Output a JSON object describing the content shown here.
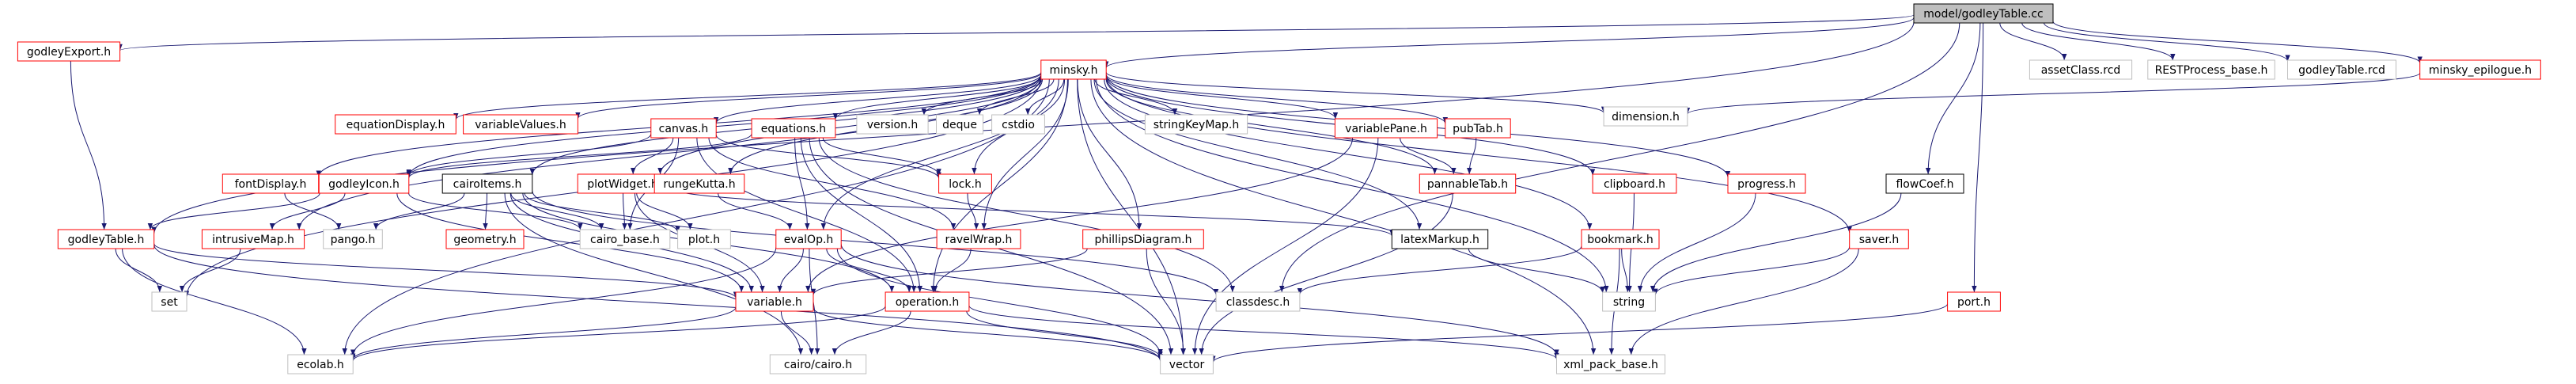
{
  "graph": {
    "root": "model/godleyTable.cc",
    "colors": {
      "edge": "#191970",
      "root_fill": "#bfbfbf",
      "root_border": "#000000",
      "ref_border": "#ff0000",
      "plain_border": "#000000",
      "missing_border": "#bfbfbf",
      "text": "#000000"
    },
    "nodes": [
      {
        "id": "godleyTableCC",
        "label": "model/godleyTable.cc",
        "kind": "root"
      },
      {
        "id": "godleyExport",
        "label": "godleyExport.h",
        "kind": "ref"
      },
      {
        "id": "minsky",
        "label": "minsky.h",
        "kind": "ref"
      },
      {
        "id": "assetClass",
        "label": "assetClass.rcd",
        "kind": "missing"
      },
      {
        "id": "restProcess",
        "label": "RESTProcess_base.h",
        "kind": "missing"
      },
      {
        "id": "godleyTableRcd",
        "label": "godleyTable.rcd",
        "kind": "missing"
      },
      {
        "id": "minskyEpilogue",
        "label": "minsky_epilogue.h",
        "kind": "ref"
      },
      {
        "id": "dimension",
        "label": "dimension.h",
        "kind": "missing"
      },
      {
        "id": "equationDisplay",
        "label": "equationDisplay.h",
        "kind": "ref"
      },
      {
        "id": "variableValues",
        "label": "variableValues.h",
        "kind": "ref"
      },
      {
        "id": "canvas",
        "label": "canvas.h",
        "kind": "ref"
      },
      {
        "id": "equations",
        "label": "equations.h",
        "kind": "ref"
      },
      {
        "id": "version",
        "label": "version.h",
        "kind": "missing"
      },
      {
        "id": "deque",
        "label": "deque",
        "kind": "missing"
      },
      {
        "id": "cstdio",
        "label": "cstdio",
        "kind": "missing"
      },
      {
        "id": "stringKeyMap",
        "label": "stringKeyMap.h",
        "kind": "missing"
      },
      {
        "id": "variablePane",
        "label": "variablePane.h",
        "kind": "ref"
      },
      {
        "id": "pubTab",
        "label": "pubTab.h",
        "kind": "ref"
      },
      {
        "id": "fontDisplay",
        "label": "fontDisplay.h",
        "kind": "ref"
      },
      {
        "id": "godleyIcon",
        "label": "godleyIcon.h",
        "kind": "ref"
      },
      {
        "id": "cairoItems",
        "label": "cairoItems.h",
        "kind": "plain"
      },
      {
        "id": "plotWidget",
        "label": "plotWidget.h",
        "kind": "ref"
      },
      {
        "id": "rungeKutta",
        "label": "rungeKutta.h",
        "kind": "ref"
      },
      {
        "id": "lock",
        "label": "lock.h",
        "kind": "ref"
      },
      {
        "id": "pannableTab",
        "label": "pannableTab.h",
        "kind": "ref"
      },
      {
        "id": "clipboard",
        "label": "clipboard.h",
        "kind": "ref"
      },
      {
        "id": "progress",
        "label": "progress.h",
        "kind": "ref"
      },
      {
        "id": "flowCoef",
        "label": "flowCoef.h",
        "kind": "plain"
      },
      {
        "id": "godleyTableH",
        "label": "godleyTable.h",
        "kind": "ref"
      },
      {
        "id": "intrusiveMap",
        "label": "intrusiveMap.h",
        "kind": "ref"
      },
      {
        "id": "pango",
        "label": "pango.h",
        "kind": "missing"
      },
      {
        "id": "geometry",
        "label": "geometry.h",
        "kind": "ref"
      },
      {
        "id": "cairoBase",
        "label": "cairo_base.h",
        "kind": "missing"
      },
      {
        "id": "plot",
        "label": "plot.h",
        "kind": "missing"
      },
      {
        "id": "evalOp",
        "label": "evalOp.h",
        "kind": "ref"
      },
      {
        "id": "ravelWrap",
        "label": "ravelWrap.h",
        "kind": "ref"
      },
      {
        "id": "phillipsDiagram",
        "label": "phillipsDiagram.h",
        "kind": "ref"
      },
      {
        "id": "latexMarkup",
        "label": "latexMarkup.h",
        "kind": "plain"
      },
      {
        "id": "bookmark",
        "label": "bookmark.h",
        "kind": "ref"
      },
      {
        "id": "saver",
        "label": "saver.h",
        "kind": "ref"
      },
      {
        "id": "set",
        "label": "set",
        "kind": "missing"
      },
      {
        "id": "variable",
        "label": "variable.h",
        "kind": "ref"
      },
      {
        "id": "operation",
        "label": "operation.h",
        "kind": "ref"
      },
      {
        "id": "classdesc",
        "label": "classdesc.h",
        "kind": "missing"
      },
      {
        "id": "string",
        "label": "string",
        "kind": "missing"
      },
      {
        "id": "port",
        "label": "port.h",
        "kind": "ref"
      },
      {
        "id": "ecolab",
        "label": "ecolab.h",
        "kind": "missing"
      },
      {
        "id": "cairoCairo",
        "label": "cairo/cairo.h",
        "kind": "missing"
      },
      {
        "id": "vector",
        "label": "vector",
        "kind": "missing"
      },
      {
        "id": "xmlPackBase",
        "label": "xml_pack_base.h",
        "kind": "missing"
      }
    ],
    "edges": [
      [
        "godleyTableCC",
        "godleyExport"
      ],
      [
        "godleyTableCC",
        "minsky"
      ],
      [
        "godleyTableCC",
        "assetClass"
      ],
      [
        "godleyTableCC",
        "restProcess"
      ],
      [
        "godleyTableCC",
        "godleyTableRcd"
      ],
      [
        "godleyTableCC",
        "minskyEpilogue"
      ],
      [
        "godleyTableCC",
        "godleyTableH"
      ],
      [
        "godleyTableCC",
        "flowCoef"
      ],
      [
        "godleyTableCC",
        "port"
      ],
      [
        "godleyTableCC",
        "classdesc"
      ],
      [
        "godleyExport",
        "godleyTableH"
      ],
      [
        "minskyEpilogue",
        "dimension"
      ],
      [
        "minsky",
        "equationDisplay"
      ],
      [
        "minsky",
        "variableValues"
      ],
      [
        "minsky",
        "canvas"
      ],
      [
        "minsky",
        "equations"
      ],
      [
        "minsky",
        "version"
      ],
      [
        "minsky",
        "deque"
      ],
      [
        "minsky",
        "cstdio"
      ],
      [
        "minsky",
        "stringKeyMap"
      ],
      [
        "minsky",
        "variablePane"
      ],
      [
        "minsky",
        "pubTab"
      ],
      [
        "minsky",
        "dimension"
      ],
      [
        "minsky",
        "fontDisplay"
      ],
      [
        "minsky",
        "godleyIcon"
      ],
      [
        "minsky",
        "cairoItems"
      ],
      [
        "minsky",
        "plotWidget"
      ],
      [
        "minsky",
        "rungeKutta"
      ],
      [
        "minsky",
        "lock"
      ],
      [
        "minsky",
        "pannableTab"
      ],
      [
        "minsky",
        "clipboard"
      ],
      [
        "minsky",
        "progress"
      ],
      [
        "minsky",
        "intrusiveMap"
      ],
      [
        "minsky",
        "evalOp"
      ],
      [
        "minsky",
        "ravelWrap"
      ],
      [
        "minsky",
        "phillipsDiagram"
      ],
      [
        "minsky",
        "latexMarkup"
      ],
      [
        "minsky",
        "bookmark"
      ],
      [
        "minsky",
        "saver"
      ],
      [
        "minsky",
        "set"
      ],
      [
        "minsky",
        "operation"
      ],
      [
        "minsky",
        "string"
      ],
      [
        "minsky",
        "vector"
      ],
      [
        "minsky",
        "ecolab"
      ],
      [
        "minsky",
        "xmlPackBase"
      ],
      [
        "canvas",
        "godleyIcon"
      ],
      [
        "canvas",
        "plotWidget"
      ],
      [
        "canvas",
        "lock"
      ],
      [
        "canvas",
        "ravelWrap"
      ],
      [
        "canvas",
        "cairoBase"
      ],
      [
        "canvas",
        "operation"
      ],
      [
        "equations",
        "godleyIcon"
      ],
      [
        "equations",
        "evalOp"
      ],
      [
        "equations",
        "operation"
      ],
      [
        "equations",
        "classdesc"
      ],
      [
        "equations",
        "lock"
      ],
      [
        "equations",
        "vector"
      ],
      [
        "variablePane",
        "pannableTab"
      ],
      [
        "variablePane",
        "variable"
      ],
      [
        "variablePane",
        "vector"
      ],
      [
        "pubTab",
        "pannableTab"
      ],
      [
        "fontDisplay",
        "pango"
      ],
      [
        "godleyIcon",
        "godleyTableH"
      ],
      [
        "godleyIcon",
        "intrusiveMap"
      ],
      [
        "godleyIcon",
        "variable"
      ],
      [
        "godleyIcon",
        "cairoBase"
      ],
      [
        "cairoItems",
        "pango"
      ],
      [
        "cairoItems",
        "geometry"
      ],
      [
        "cairoItems",
        "cairoBase"
      ],
      [
        "cairoItems",
        "plot"
      ],
      [
        "cairoItems",
        "variable"
      ],
      [
        "cairoItems",
        "operation"
      ],
      [
        "cairoItems",
        "cairoCairo"
      ],
      [
        "cairoItems",
        "classdesc"
      ],
      [
        "plotWidget",
        "cairoBase"
      ],
      [
        "plotWidget",
        "plot"
      ],
      [
        "plotWidget",
        "variable"
      ],
      [
        "plotWidget",
        "latexMarkup"
      ],
      [
        "rungeKutta",
        "evalOp"
      ],
      [
        "lock",
        "ravelWrap"
      ],
      [
        "pannableTab",
        "vector"
      ],
      [
        "clipboard",
        "string"
      ],
      [
        "progress",
        "string"
      ],
      [
        "flowCoef",
        "string"
      ],
      [
        "godleyTableH",
        "set"
      ],
      [
        "godleyTableH",
        "ecolab"
      ],
      [
        "godleyTableH",
        "variable"
      ],
      [
        "godleyTableH",
        "vector"
      ],
      [
        "intrusiveMap",
        "set"
      ],
      [
        "evalOp",
        "variable"
      ],
      [
        "evalOp",
        "operation"
      ],
      [
        "evalOp",
        "ecolab"
      ],
      [
        "evalOp",
        "cairoCairo"
      ],
      [
        "evalOp",
        "vector"
      ],
      [
        "evalOp",
        "xmlPackBase"
      ],
      [
        "ravelWrap",
        "operation"
      ],
      [
        "phillipsDiagram",
        "variable"
      ],
      [
        "phillipsDiagram",
        "vector"
      ],
      [
        "latexMarkup",
        "string"
      ],
      [
        "bookmark",
        "string"
      ],
      [
        "bookmark",
        "classdesc"
      ],
      [
        "bookmark",
        "xmlPackBase"
      ],
      [
        "saver",
        "string"
      ],
      [
        "saver",
        "xmlPackBase"
      ],
      [
        "variable",
        "ecolab"
      ],
      [
        "variable",
        "cairoCairo"
      ],
      [
        "variable",
        "vector"
      ],
      [
        "operation",
        "ecolab"
      ],
      [
        "operation",
        "cairoCairo"
      ],
      [
        "operation",
        "vector"
      ],
      [
        "operation",
        "xmlPackBase"
      ],
      [
        "port",
        "vector"
      ]
    ]
  }
}
